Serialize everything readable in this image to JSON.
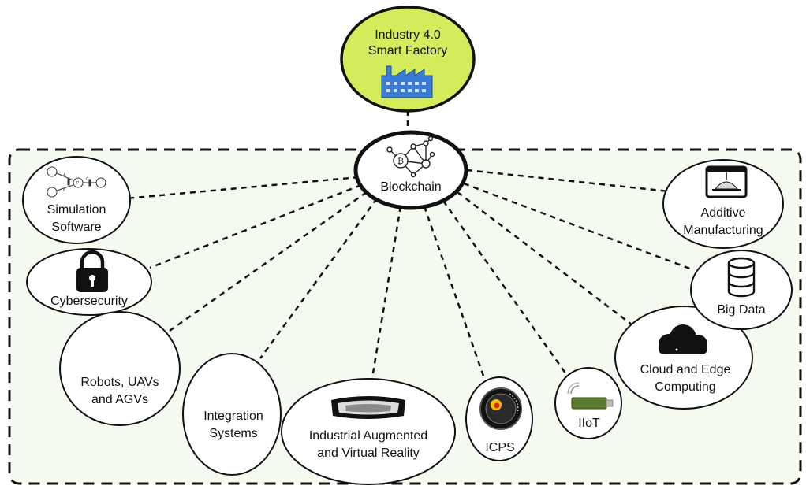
{
  "hub": {
    "top": {
      "line1": "Industry 4.0",
      "line2": "Smart Factory",
      "icon": "factory-icon"
    },
    "center": {
      "label": "Blockchain",
      "icon": "blockchain-network-icon"
    }
  },
  "nodes": [
    {
      "id": "simulation",
      "line1": "Simulation",
      "line2": "Software",
      "icon": "petri-net-icon"
    },
    {
      "id": "cybersecurity",
      "line1": "Cybersecurity",
      "line2": "",
      "icon": "lock-icon"
    },
    {
      "id": "robots",
      "line1": "Robots, UAVs",
      "line2": "and AGVs",
      "icon": ""
    },
    {
      "id": "integration",
      "line1": "Integration",
      "line2": "Systems",
      "icon": ""
    },
    {
      "id": "iar",
      "line1": "Industrial Augmented",
      "line2": "and Virtual Reality",
      "icon": "ar-headset-icon"
    },
    {
      "id": "icps",
      "line1": "ICPS",
      "line2": "",
      "icon": "gauge-icon"
    },
    {
      "id": "iiot",
      "line1": "IIoT",
      "line2": "",
      "icon": "iot-dongle-icon"
    },
    {
      "id": "cloud",
      "line1": "Cloud and Edge",
      "line2": "Computing",
      "icon": "cloud-icon"
    },
    {
      "id": "bigdata",
      "line1": "Big Data",
      "line2": "",
      "icon": "database-icon"
    },
    {
      "id": "additive",
      "line1": "Additive",
      "line2": "Manufacturing",
      "icon": "3d-printer-icon"
    }
  ],
  "colors": {
    "top_fill": "#d4ec5c",
    "region_fill": "#f4faf0",
    "stroke": "#111111",
    "factory_blue": "#3a7bd5"
  }
}
